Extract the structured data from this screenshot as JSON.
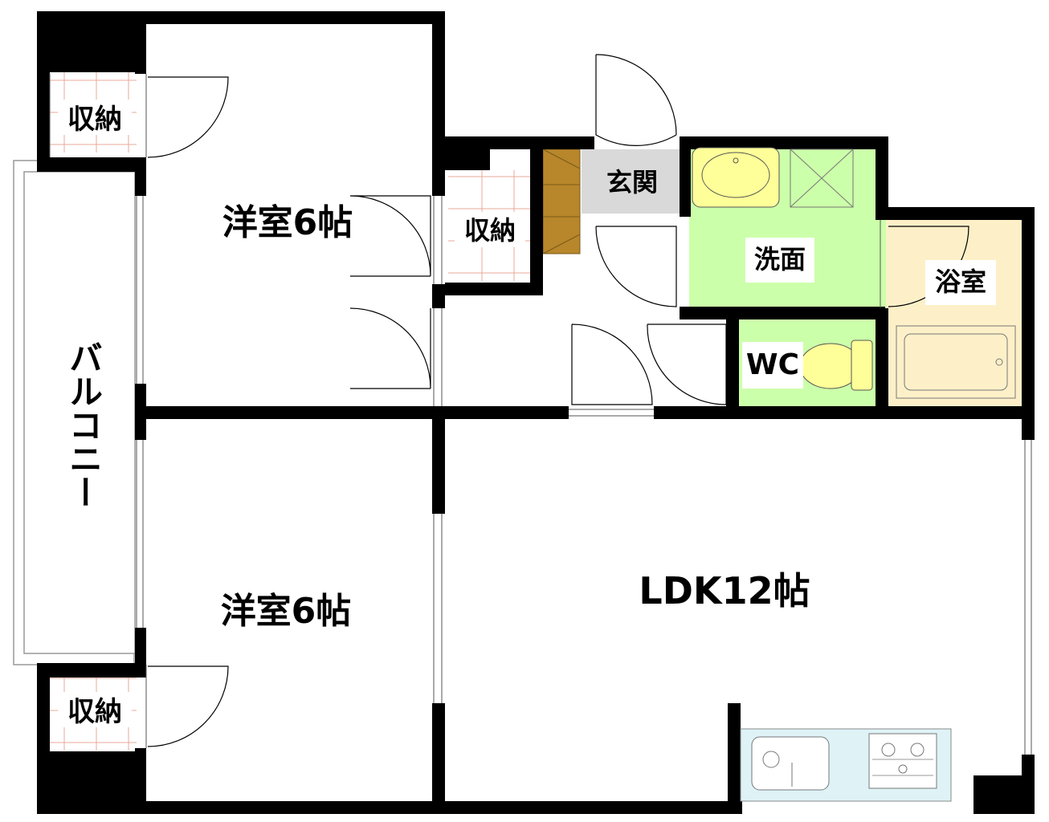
{
  "rooms": {
    "western_room_top": "洋室6帖",
    "western_room_bottom": "洋室6帖",
    "ldk": "LDK12帖",
    "storage_top_left": "収納",
    "storage_bottom_left": "収納",
    "storage_center": "収納",
    "entrance": "玄関",
    "washroom": "洗面",
    "bathroom": "浴室",
    "toilet": "WC",
    "balcony": "バルコニー"
  },
  "colors": {
    "wall": "#000000",
    "washroom_fill": "#ccffaa",
    "bathroom_fill": "#fdf0c8",
    "entrance_floor": "#d9d9d9",
    "shoe_box": "#b8862b",
    "storage_grid": "#e8a898",
    "fixture_yellow": "#ffff99",
    "kitchen_counter": "#dff3f7"
  }
}
